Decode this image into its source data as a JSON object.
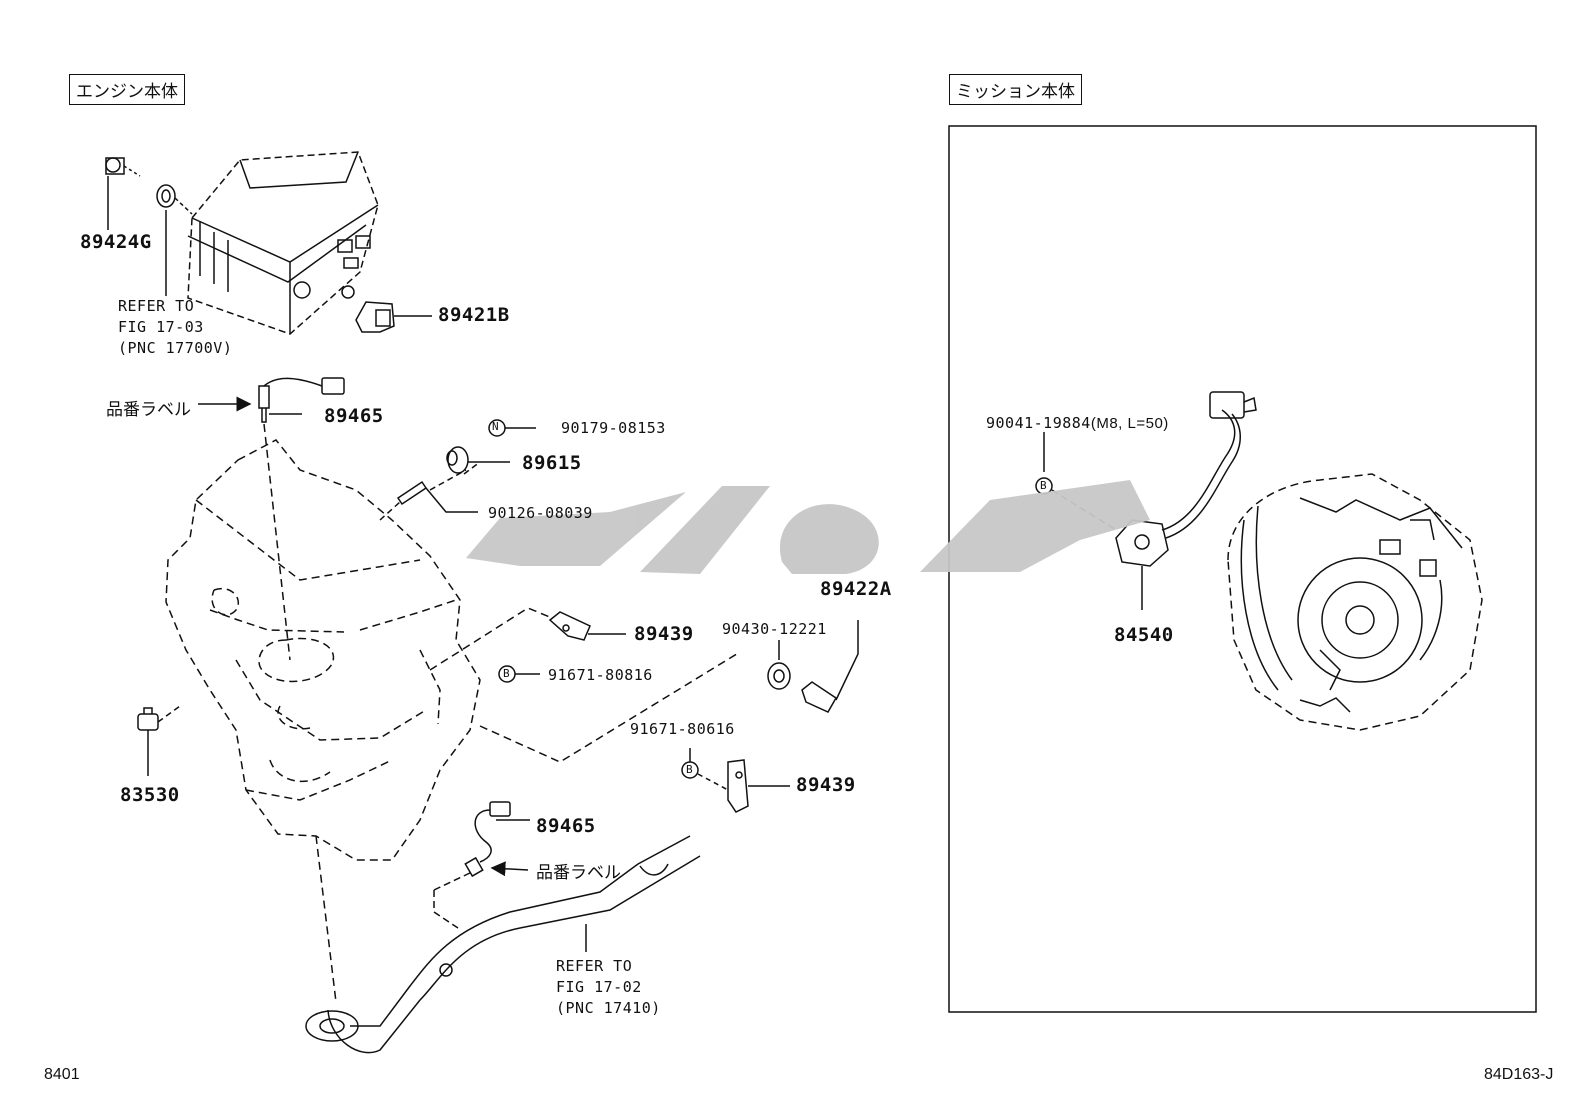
{
  "sections": {
    "engine": "エンジン本体",
    "mission": "ミッション本体"
  },
  "labels": {
    "p89424G": "89424G",
    "p89421B": "89421B",
    "p89465_top": "89465",
    "p90179": "90179-08153",
    "p89615": "89615",
    "p90126": "90126-08039",
    "p89422A": "89422A",
    "p89439_a": "89439",
    "p91671_80816": "91671-80816",
    "p90430": "90430-12221",
    "p91671_80616": "91671-80616",
    "p89439_b": "89439",
    "p83530": "83530",
    "p89465_bottom": "89465",
    "p90041": "90041-19884",
    "p90041_spec": "(M8, L=50)",
    "p84540": "84540"
  },
  "part_label_jp": "品番ラベル",
  "refer_1": {
    "l1": "REFER TO",
    "l2": "FIG 17-03",
    "l3": "(PNC 17700V)"
  },
  "refer_2": {
    "l1": "REFER TO",
    "l2": "FIG 17-02",
    "l3": "(PNC 17410)"
  },
  "markers": {
    "n": "N",
    "b": "B"
  },
  "footer": {
    "left": "8401",
    "right": "84D163-J"
  }
}
